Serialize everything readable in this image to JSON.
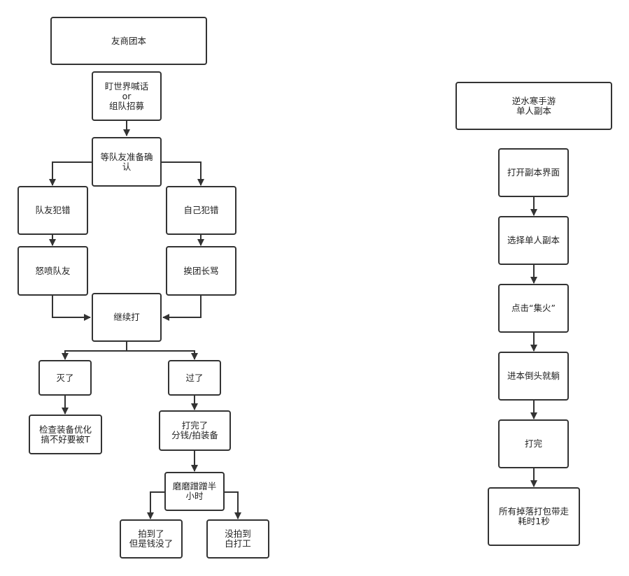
{
  "colors": {
    "stroke": "#333333",
    "fill": "#ffffff",
    "text": "#222222"
  },
  "left_flow": {
    "title": "友商团本",
    "watch_world_chat": "盯世界喊话\nor\n组队招募",
    "wait_ready": "等队友准备确\n认",
    "teammate_mistake": "队友犯错",
    "self_mistake": "自己犯错",
    "scold_teammate": "怒喷队友",
    "get_scolded": "挨团长骂",
    "keep_fighting": "继续打",
    "wiped": "灭了",
    "cleared": "过了",
    "check_gear": "检查装备优化\n搞不好要被T",
    "finish_split": "打完了\n分钱/拍装备",
    "idle_half_hour": "磨磨蹭蹭半\n小时",
    "won_auction": "拍到了\n但是钱没了",
    "lost_auction": "没拍到\n白打工"
  },
  "right_flow": {
    "title": "逆水寒手游\n单人副本",
    "open_dungeon_ui": "打开副本界面",
    "select_solo": "选择单人副本",
    "click_focus_fire": "点击“集火”",
    "enter_and_lie": "进本倒头就躺",
    "finished": "打完",
    "loot_packed": "所有掉落打包带走\n耗时1秒"
  }
}
